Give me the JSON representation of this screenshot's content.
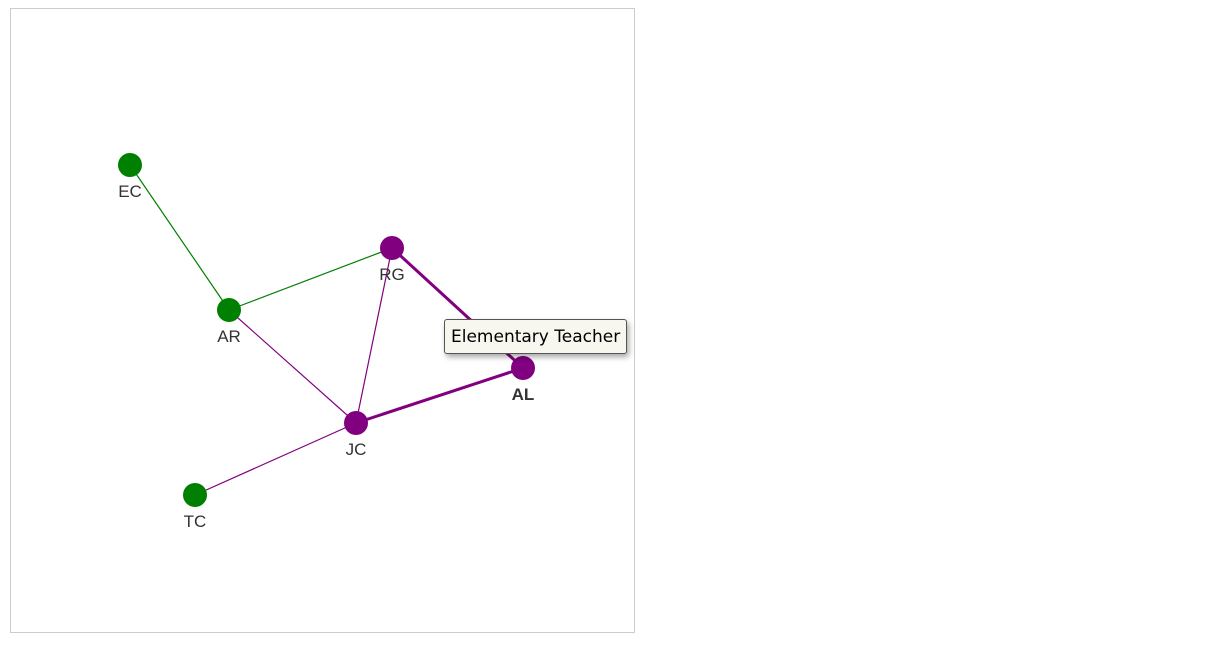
{
  "colors": {
    "green": "#008000",
    "purple": "#800080"
  },
  "nodes": [
    {
      "id": "EC",
      "label": "EC",
      "color": "green",
      "bold": false
    },
    {
      "id": "AR",
      "label": "AR",
      "color": "green",
      "bold": false
    },
    {
      "id": "RG",
      "label": "RG",
      "color": "purple",
      "bold": false
    },
    {
      "id": "AL",
      "label": "AL",
      "color": "purple",
      "bold": true
    },
    {
      "id": "JC",
      "label": "JC",
      "color": "purple",
      "bold": false
    },
    {
      "id": "TC",
      "label": "TC",
      "color": "green",
      "bold": false
    }
  ],
  "edges": [
    {
      "source": "EC",
      "target": "AR",
      "color": "green",
      "highlighted": false
    },
    {
      "source": "AR",
      "target": "RG",
      "color": "green",
      "highlighted": false
    },
    {
      "source": "AR",
      "target": "JC",
      "color": "purple",
      "highlighted": false
    },
    {
      "source": "RG",
      "target": "JC",
      "color": "purple",
      "highlighted": false
    },
    {
      "source": "RG",
      "target": "AL",
      "color": "purple",
      "highlighted": true
    },
    {
      "source": "JC",
      "target": "AL",
      "color": "purple",
      "highlighted": true
    },
    {
      "source": "TC",
      "target": "JC",
      "color": "purple",
      "highlighted": false
    }
  ],
  "tooltip": {
    "text": "Elementary Teacher"
  }
}
